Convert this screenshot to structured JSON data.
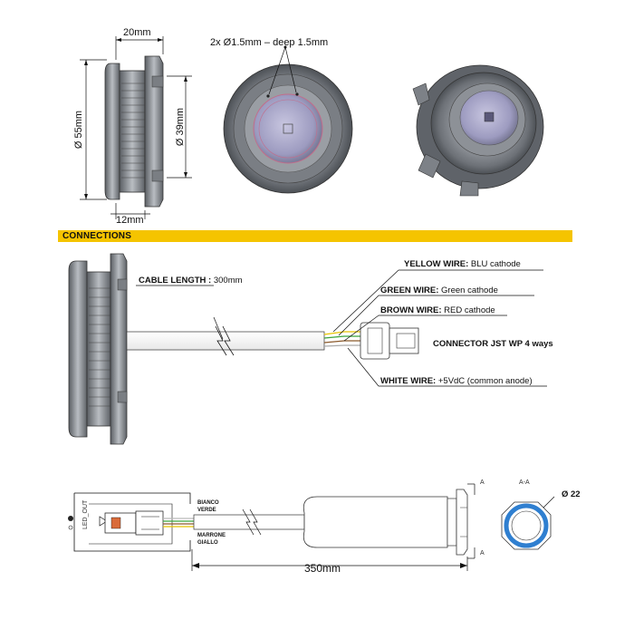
{
  "top_view": {
    "dim_width_top": "20mm",
    "dim_diameter_outer": "Ø 55mm",
    "dim_diameter_inner": "Ø 39mm",
    "dim_width_bottom": "12mm",
    "holes_note": "2x Ø1.5mm – deep 1.5mm"
  },
  "connections": {
    "section_title": "CONNECTIONS",
    "cable_label": "CABLE LENGTH :",
    "cable_value": " 300mm",
    "wires": [
      {
        "name": "YELLOW WIRE:",
        "desc": " BLU cathode"
      },
      {
        "name": "GREEN WIRE:",
        "desc": " Green cathode"
      },
      {
        "name": "BROWN WIRE:",
        "desc": " RED cathode"
      },
      {
        "name": "WHITE WIRE:",
        "desc": " +5VdC (common anode)"
      }
    ],
    "connector_label": "CONNECTOR JST WP 4 ways"
  },
  "bottom_view": {
    "pin_labels": [
      "BIANCO",
      "VERDE",
      "MARRONE",
      "GIALLO"
    ],
    "led_out": "LED_OUT",
    "length": "350mm",
    "section_a": "A",
    "section_aa": "A-A",
    "diameter": "Ø 22"
  },
  "colors": {
    "accent_bar": "#f5c400",
    "wire_yellow": "#e8c400",
    "wire_green": "#3aa33a",
    "wire_brown": "#8b5a2b",
    "wire_white": "#ffffff",
    "ring_blue": "#2f7fd0"
  }
}
